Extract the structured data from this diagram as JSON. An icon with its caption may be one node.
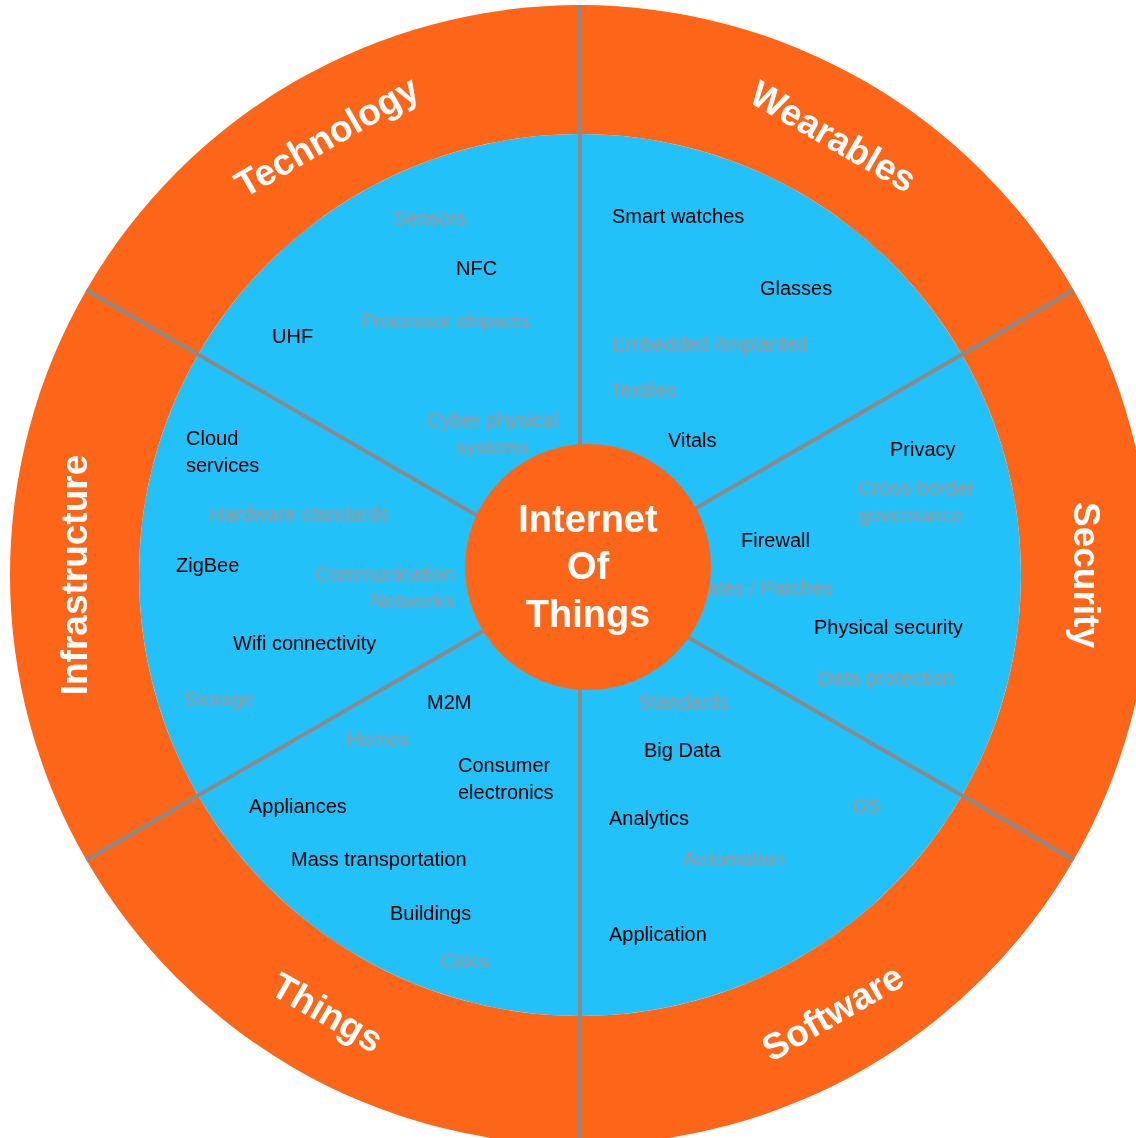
{
  "diagram": {
    "nodes": [
      {
        "text": [
          "Technology"
        ]
      },
      {
        "text": [
          "Wearables"
        ]
      },
      {
        "text": [
          "Security"
        ]
      },
      {
        "text": [
          "Software"
        ]
      },
      {
        "text": [
          "Things"
        ]
      },
      {
        "text": [
          "Infrastructure"
        ]
      },
      {
        "text": [
          "Internet Of Things"
        ]
      }
    ],
    "labels": [
      "Sensors",
      "Smart watches",
      "NFC",
      "Glasses",
      "Processor chipsets",
      "UHF",
      "Embedded /Implanted",
      "Textiles",
      "Cloud services",
      "Cyber physical systems",
      "Vitals",
      "Privacy",
      "Cross-border governance",
      "Hardware standards",
      "Firewall",
      "ZigBee",
      "Communication Networks",
      "ates / Patches",
      "Physical security",
      "Wifi connectivity",
      "Data protection",
      "Storage",
      "M2M",
      "Standards",
      "Homes",
      "Big Data",
      "Consumer electronics",
      "Appliances",
      "OS",
      "Analytics",
      "Mass transportation",
      "Automation",
      "Buildings",
      "Application",
      "Cities"
    ]
  }
}
